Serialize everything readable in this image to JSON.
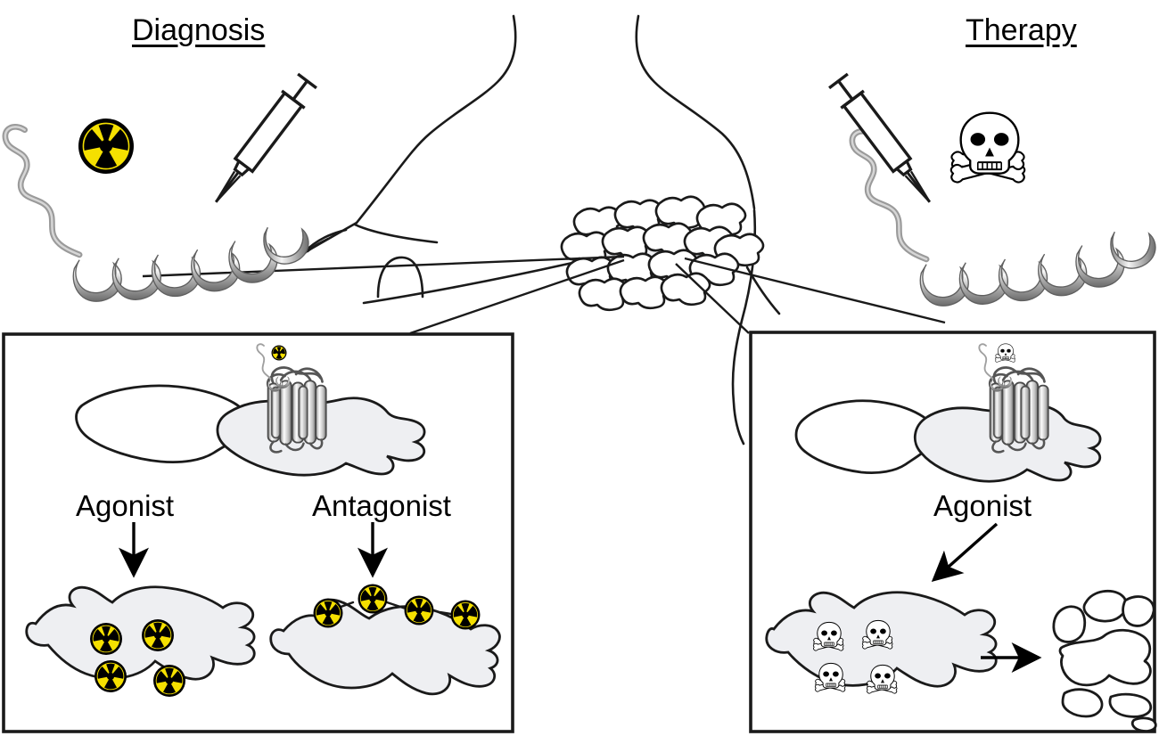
{
  "figure": {
    "type": "diagram",
    "subject": "Radiolabelled peptide receptor targeting: diagnosis versus therapy",
    "background_color": "#ffffff",
    "line_color": "#1a1a1a",
    "cell_fill": "#eeeff2",
    "radioactive_yellow": "#f5e000",
    "radioactive_black": "#000000",
    "helix_gray_light": "#f2f2f2",
    "helix_gray_dark": "#6e6e6e"
  },
  "titles": {
    "left": "Diagnosis",
    "right": "Therapy"
  },
  "top_scene": {
    "left": {
      "payload_icon": "radioactive-icon",
      "ligand_icon": "peptide-helix-icon",
      "device_icon": "syringe-icon",
      "patient_icon": "patient-torso-icon"
    },
    "right": {
      "payload_icon": "skull-crossbones-icon",
      "ligand_icon": "peptide-helix-icon",
      "device_icon": "syringe-icon",
      "patient_icon": "patient-torso-icon"
    },
    "tumor_icon": "tumor-cell-cluster-icon"
  },
  "panels": [
    {
      "id": "diagnosis-panel",
      "receptor_icon": "gpcr-receptor-icon",
      "bound_payload_icon": "radioactive-icon",
      "branches": [
        {
          "label": "Agonist",
          "arrow_icon": "arrow-down-icon",
          "outcome_icon": "cell-internalized-icon",
          "payload_icon": "radioactive-icon",
          "payload_count": 4,
          "payload_location": "internalized"
        },
        {
          "label": "Antagonist",
          "arrow_icon": "arrow-down-icon",
          "outcome_icon": "cell-surface-bound-icon",
          "payload_icon": "radioactive-icon",
          "payload_count": 4,
          "payload_location": "surface"
        }
      ]
    },
    {
      "id": "therapy-panel",
      "receptor_icon": "gpcr-receptor-icon",
      "bound_payload_icon": "skull-crossbones-icon",
      "branches": [
        {
          "label": "Agonist",
          "arrow_icon": "arrow-diagonal-down-icon",
          "outcome_icon": "cell-internalized-icon",
          "payload_icon": "skull-crossbones-icon",
          "payload_count": 4,
          "payload_location": "internalized",
          "result_arrow_icon": "arrow-right-icon",
          "result_icon": "lysed-cell-fragments-icon"
        }
      ]
    }
  ]
}
